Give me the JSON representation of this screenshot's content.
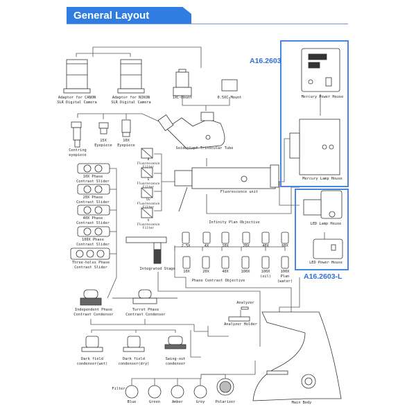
{
  "header": {
    "title": "General Layout Diagram"
  },
  "colors": {
    "accent": "#2f7de1",
    "model_box": "#4a86e0",
    "line": "#555555"
  },
  "models": {
    "mercury": "A16.2603",
    "led": "A16.2603-L"
  },
  "components": {
    "canon_adaptor": "Adaptor for CANON\nSLR Digital Camera",
    "nikon_adaptor": "Adaptor for NIKON\nSLR Digital Camera",
    "mount_1x": "1XC-Mount",
    "mount_05x": "0.5XC-Mount",
    "trinocular": "Seidentopf Trinocular Tube",
    "centring_eyepiece": "Centring\neyepiece",
    "eyepiece_15x": "15X\nEyepiece",
    "eyepiece_10x": "10X\nEyepiece",
    "fluorescence_unit": "Fluorescence unit",
    "mercury_power": "Mercury Power House",
    "mercury_lamp": "Mercury Lamp House",
    "led_lamp": "LED Lamp House",
    "led_power": "LED Power House",
    "integrated_stage": "Integrated Stage",
    "independent_condenser": "Independent Phase\nContrast Condenser",
    "turret_condenser": "Turret Phase\nContrast Condenser",
    "dark_field_wet": "Dark field\ncondenser(wet)",
    "dark_field_dry": "Dark field\ncondenser(dry)",
    "swing_out": "Swing-out\ncondenser",
    "analyzer": "Analyzer",
    "analyzer_holder": "Analyzer Holder",
    "polarizer": "Polarizer",
    "main_body": "Main Body",
    "filter_label": "Filter"
  },
  "fluorescence_filters": [
    "B Fluorescence\nFilter",
    "G Fluorescence\nFilter",
    "Uv Fluorescence\nFilter",
    "V Fluorescence\nFilter"
  ],
  "phase_sliders": [
    "10X Phase\nContrast Slider",
    "20X Phase\nContrast Slider",
    "40X Phase\nContrast Slider",
    "100X Phase\nContrast Slider",
    "Three-holes Phase\nContrast Slider"
  ],
  "plan_objectives": {
    "title": "Infinity Plan Objective",
    "items": [
      "2.5X",
      "4X",
      "10X",
      "20X",
      "40X",
      "60X"
    ]
  },
  "phase_objectives": {
    "title": "Phase Contrast Objective",
    "items": [
      "10X",
      "20X",
      "40X",
      "100X",
      "100X\n(oil)",
      "100X\nPlan\n(water)"
    ]
  },
  "filters": [
    "Blue",
    "Green",
    "Amber",
    "Grey"
  ]
}
